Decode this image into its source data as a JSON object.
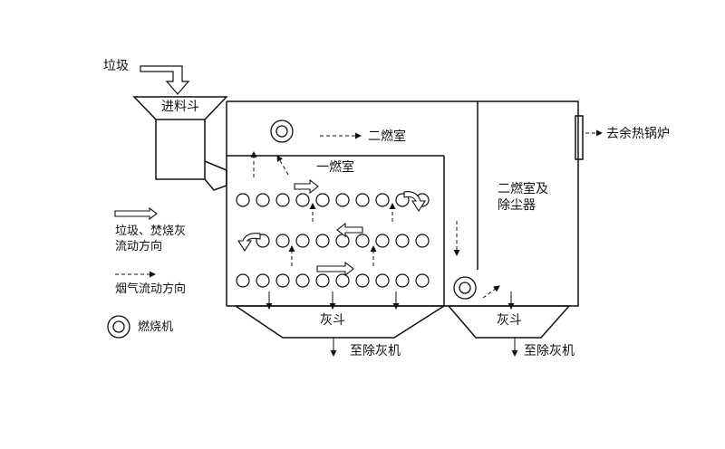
{
  "labels": {
    "garbage": "垃圾",
    "hopper": "进料斗",
    "secondary_chamber_top": "二燃室",
    "primary_chamber": "一燃室",
    "to_boiler": "去余热锅炉",
    "secondary_and_dust": "二燃室及",
    "dust_collector": "除尘器",
    "ash_hopper_left": "灰斗",
    "ash_hopper_right": "灰斗",
    "to_ash_machine_left": "至除灰机",
    "to_ash_machine_right": "至除灰机"
  },
  "legend": {
    "solids_flow_1": "垃圾、焚烧灰",
    "solids_flow_2": "流动方向",
    "gas_flow": "烟气流动方向",
    "burner": "燃烧机"
  },
  "colors": {
    "line": "#111111",
    "background": "#ffffff"
  }
}
